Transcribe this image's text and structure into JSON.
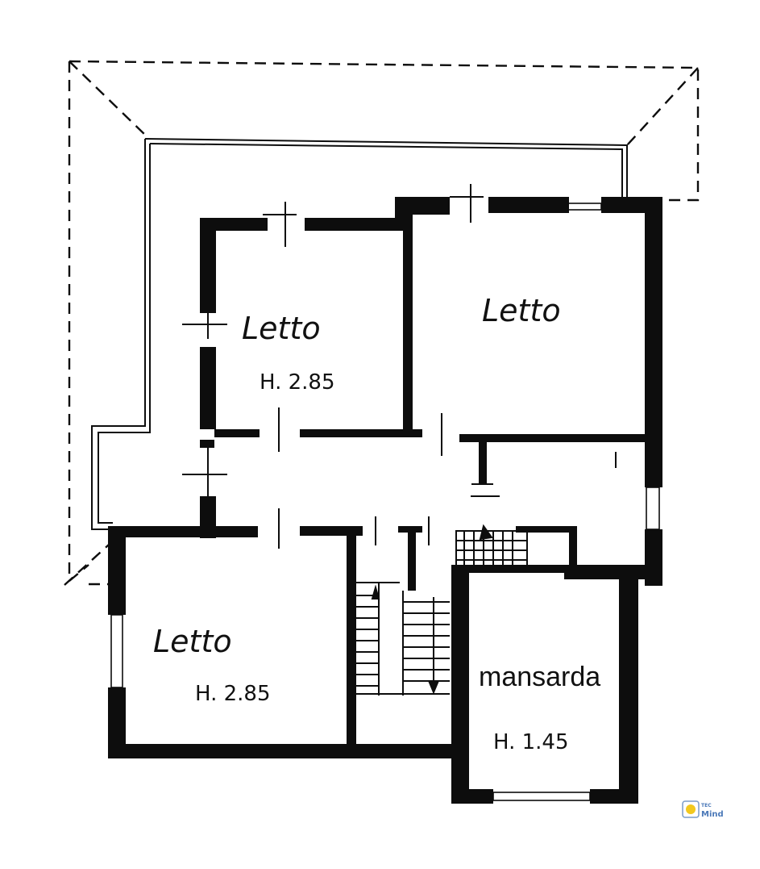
{
  "rooms": [
    {
      "id": "bedroom-top-left",
      "name": "Letto",
      "height": "H. 2.85"
    },
    {
      "id": "bedroom-top-right",
      "name": "Letto"
    },
    {
      "id": "bedroom-bottom-left",
      "name": "Letto",
      "height": "H. 2.85"
    },
    {
      "id": "attic",
      "name": "mansarda",
      "height": "H. 1.45"
    }
  ],
  "logo": {
    "small": "TEC",
    "big": "Mind"
  },
  "colors": {
    "wall": "#0d0d0d",
    "background": "#ffffff",
    "logo": "#4a78b8"
  }
}
